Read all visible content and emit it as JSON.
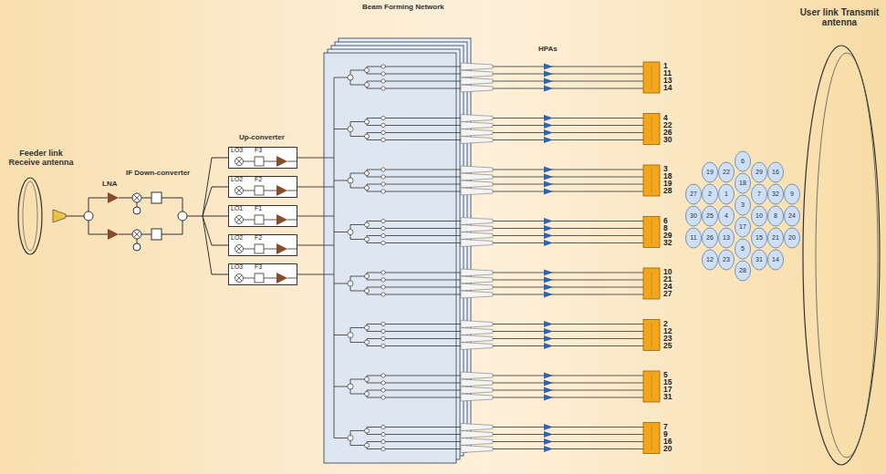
{
  "diagram": {
    "nodes": [
      {
        "text": [
          "LO3",
          "F3"
        ]
      },
      {
        "text": [
          "LO2",
          "F2"
        ]
      },
      {
        "text": [
          "LO1",
          "F1"
        ]
      },
      {
        "text": [
          "LO2",
          "F2"
        ]
      },
      {
        "text": [
          "LO3",
          "F3"
        ]
      },
      {
        "text": [
          "Beam Forming Network"
        ]
      }
    ],
    "edges": [
      {
        "from": 0,
        "to": 5,
        "arrow": "none"
      },
      {
        "from": 1,
        "to": 5,
        "arrow": "none"
      },
      {
        "from": 2,
        "to": 5,
        "arrow": "none"
      },
      {
        "from": 3,
        "to": 5,
        "arrow": "none"
      },
      {
        "from": 4,
        "to": 5,
        "arrow": "none"
      }
    ],
    "labels": [
      "Feeder link Receive antenna",
      "LNA",
      "IF Down-converter",
      "Up-converter",
      "HPAs",
      "User link Transmit antenna",
      "1",
      "11",
      "13",
      "14",
      "4",
      "22",
      "26",
      "30",
      "3",
      "18",
      "19",
      "28",
      "6",
      "8",
      "29",
      "32",
      "10",
      "21",
      "24",
      "27",
      "2",
      "12",
      "23",
      "25",
      "5",
      "15",
      "17",
      "31",
      "7",
      "9",
      "16",
      "20",
      "27",
      "30",
      "11",
      "19",
      "2",
      "25",
      "26",
      "12",
      "22",
      "1",
      "4",
      "13",
      "23",
      "6",
      "18",
      "3",
      "17",
      "5",
      "28",
      "29",
      "7",
      "10",
      "15",
      "31",
      "16",
      "32",
      "8",
      "21",
      "14",
      "9",
      "24",
      "20"
    ]
  }
}
